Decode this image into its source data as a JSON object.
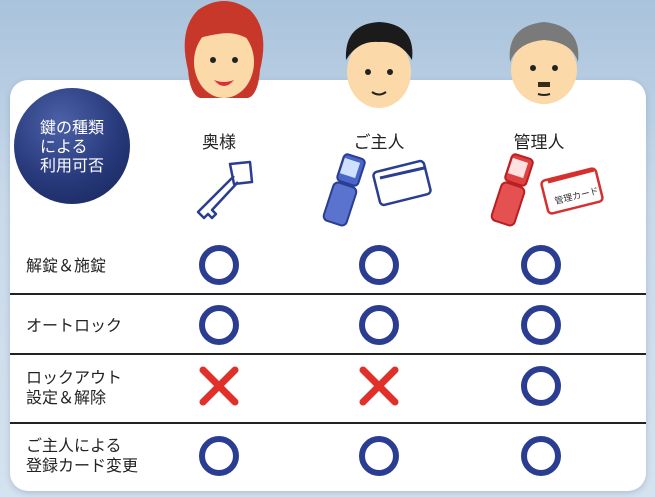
{
  "table": {
    "header_badge": "鍵の種類\nによる\n利用可否",
    "columns": [
      {
        "label": "奥様",
        "key": "key-icon"
      },
      {
        "label": "ご主人",
        "key": "phone-and-card-icon"
      },
      {
        "label": "管理人",
        "key": "phone-and-managed-card-icon",
        "card_label": "管理カード"
      }
    ],
    "rows": [
      {
        "label": "解錠＆施錠",
        "marks": [
          "circle",
          "circle",
          "circle"
        ]
      },
      {
        "label": "オートロック",
        "marks": [
          "circle",
          "circle",
          "circle"
        ]
      },
      {
        "label": "ロックアウト\n設定＆解除",
        "marks": [
          "cross",
          "cross",
          "circle"
        ]
      },
      {
        "label": "ご主人による\n登録カード変更",
        "marks": [
          "circle",
          "circle",
          "circle"
        ]
      }
    ]
  },
  "colors": {
    "circle": "#2a3d91",
    "cross": "#e0302a",
    "badge": "#27397a"
  }
}
